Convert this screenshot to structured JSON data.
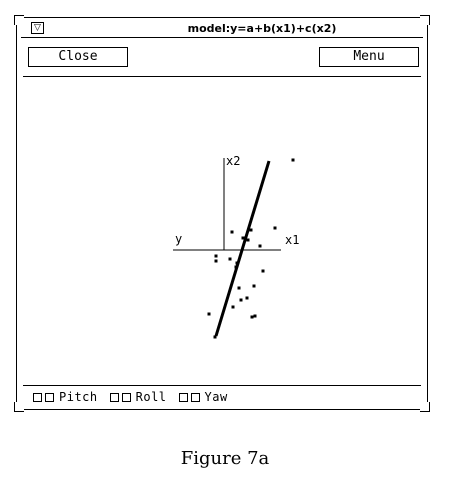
{
  "window": {
    "title": "model:y=a+b(x1)+c(x2)",
    "menu_glyph": "▽"
  },
  "toolbar": {
    "close_label": "Close",
    "menu_label": "Menu"
  },
  "plot": {
    "axes": {
      "x1_label": "x1",
      "x2_label": "x2",
      "y_label": "y"
    },
    "points": [
      [
        270,
        82
      ],
      [
        209,
        154
      ],
      [
        252,
        150
      ],
      [
        228,
        152
      ],
      [
        220,
        160
      ],
      [
        225,
        162
      ],
      [
        237,
        168
      ],
      [
        193,
        178
      ],
      [
        193,
        183
      ],
      [
        207,
        181
      ],
      [
        214,
        185
      ],
      [
        213,
        189
      ],
      [
        240,
        193
      ],
      [
        216,
        210
      ],
      [
        231,
        208
      ],
      [
        218,
        222
      ],
      [
        224,
        220
      ],
      [
        186,
        236
      ],
      [
        232,
        238
      ],
      [
        210,
        229
      ],
      [
        192,
        259
      ],
      [
        229,
        239
      ]
    ]
  },
  "controls": {
    "pitch_label": "Pitch",
    "roll_label": "Roll",
    "yaw_label": "Yaw"
  },
  "caption": "Figure 7a"
}
